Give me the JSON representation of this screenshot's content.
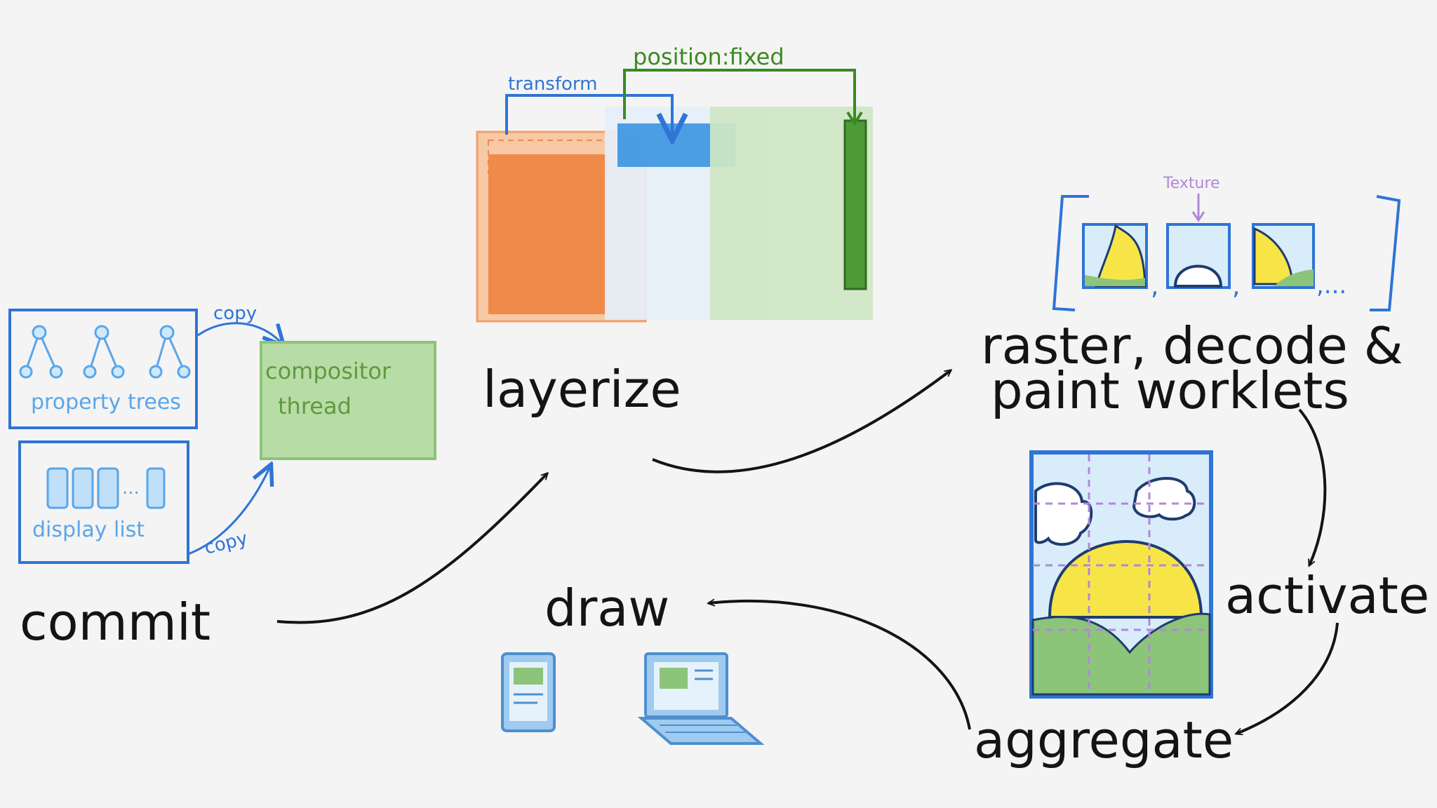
{
  "steps": {
    "commit": "commit",
    "layerize": "layerize",
    "raster_line1": "raster, decode &",
    "raster_line2": "paint worklets",
    "activate": "activate",
    "aggregate": "aggregate",
    "draw": "draw"
  },
  "left": {
    "property_trees": "property trees",
    "display_list": "display list",
    "display_list_ellipsis": "...",
    "compositor_line1": "compositor",
    "compositor_line2": "thread",
    "copy_top": "copy",
    "copy_bottom": "copy"
  },
  "layers": {
    "transform": "transform",
    "position_fixed": "position:fixed"
  },
  "tiles": {
    "texture": "Texture",
    "separator": ",",
    "ellipsis": ",..."
  },
  "colors": {
    "ink": "#141414",
    "blue": "#2f74d6",
    "light_blue": "#5aa6e8",
    "green": "#8cc47a",
    "dark_green": "#3a8a22",
    "orange": "#f08a4b",
    "yellow": "#f7e548",
    "purple": "#b088d8"
  }
}
